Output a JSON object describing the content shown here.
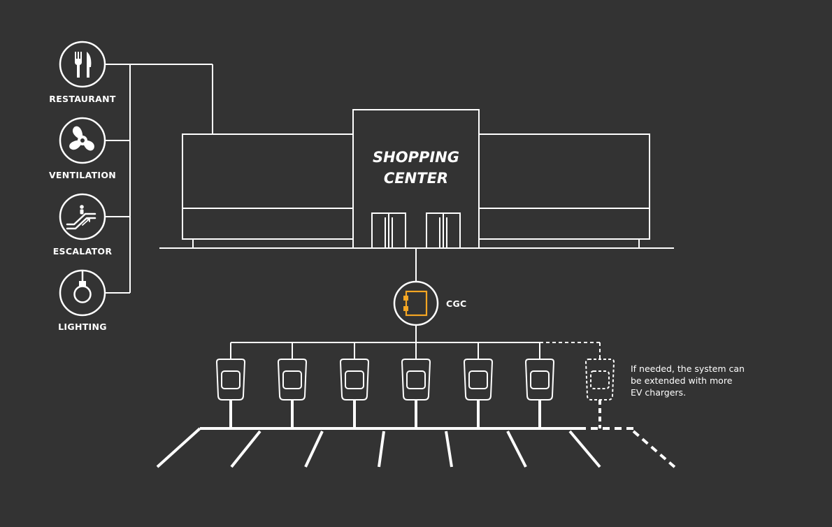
{
  "building": {
    "title_line1": "SHOPPING",
    "title_line2": "CENTER"
  },
  "loads": [
    {
      "label": "RESTAURANT",
      "icon": "cutlery-icon"
    },
    {
      "label": "VENTILATION",
      "icon": "fan-icon"
    },
    {
      "label": "ESCALATOR",
      "icon": "escalator-icon"
    },
    {
      "label": "LIGHTING",
      "icon": "lightbulb-icon"
    }
  ],
  "controller": {
    "label": "CGC",
    "icon": "controller-icon"
  },
  "chargers": {
    "count": 6,
    "optional_count": 1
  },
  "note": {
    "line1": "If needed, the system can",
    "line2": "be extended with more",
    "line3": "EV chargers."
  },
  "colors": {
    "background": "#333333",
    "line": "#ffffff",
    "accent": "#f5a623"
  }
}
